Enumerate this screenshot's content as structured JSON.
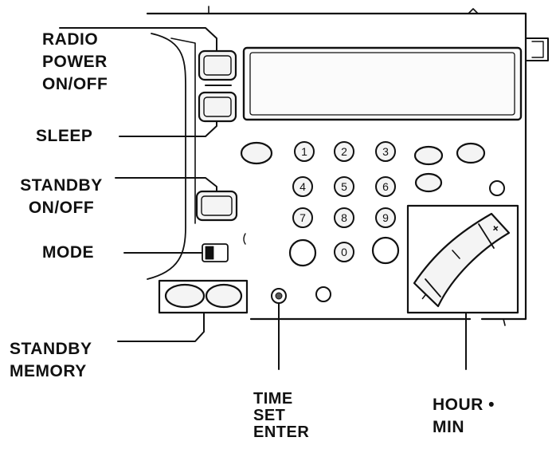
{
  "labels": {
    "radio_power": "RADIO\nPOWER\nON/OFF",
    "sleep": "SLEEP",
    "standby_onoff": "STANDBY\nON/OFF",
    "mode": "MODE",
    "standby_memory": "STANDBY\nMEMORY",
    "time_set_enter": "TIME\nSET\nENTER",
    "hour_min": "HOUR •\nMIN"
  },
  "keypad": [
    "1",
    "2",
    "3",
    "4",
    "5",
    "6",
    "7",
    "8",
    "9",
    "0"
  ],
  "rocker": {
    "plus": "+",
    "minus": "−"
  },
  "colors": {
    "ink": "#111111",
    "button_face": "#f4f4f4",
    "display": "#fbfbfb"
  }
}
